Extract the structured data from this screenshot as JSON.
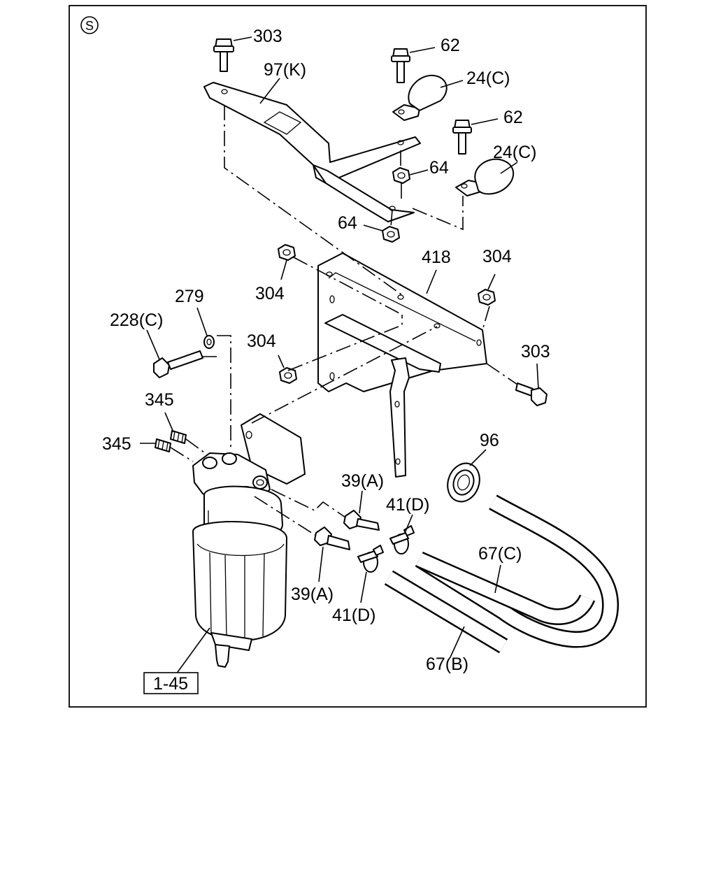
{
  "section_marker": "S",
  "reference_box": "1-45",
  "labels": {
    "l303a": "303",
    "l97k": "97(K)",
    "l62a": "62",
    "l24ca": "24(C)",
    "l62b": "62",
    "l24cb": "24(C)",
    "l64a": "64",
    "l64b": "64",
    "l418": "418",
    "l304a": "304",
    "l304b": "304",
    "l304c": "304",
    "l279": "279",
    "l228c": "228(C)",
    "l303b": "303",
    "l345a": "345",
    "l345b": "345",
    "l96": "96",
    "l39aa": "39(A)",
    "l41da": "41(D)",
    "l67c": "67(C)",
    "l39ab": "39(A)",
    "l41db": "41(D)",
    "l67b": "67(B)"
  }
}
